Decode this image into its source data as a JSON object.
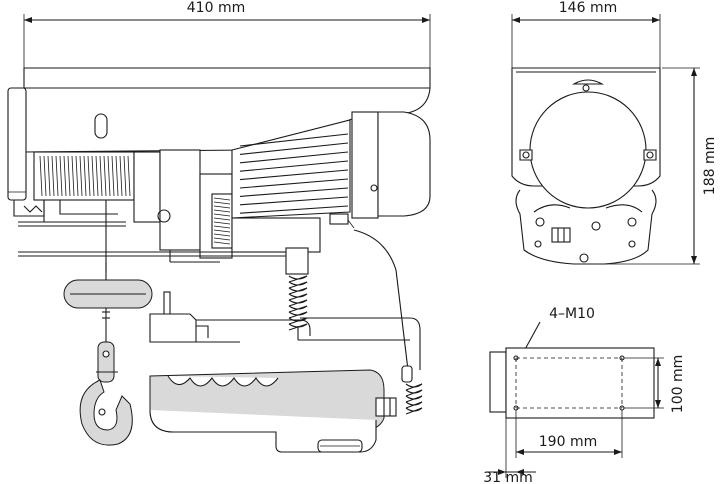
{
  "dimensions": {
    "front_width": "410 mm",
    "side_width": "146 mm",
    "side_height": "188 mm",
    "mount_holes": "4–M10",
    "hole_spacing_height": "100 mm",
    "hole_spacing_width": "190 mm",
    "hole_offset": "31 mm"
  },
  "colors": {
    "line": "#1a1a1a",
    "background": "#ffffff",
    "shade": "#d9d9d9"
  }
}
